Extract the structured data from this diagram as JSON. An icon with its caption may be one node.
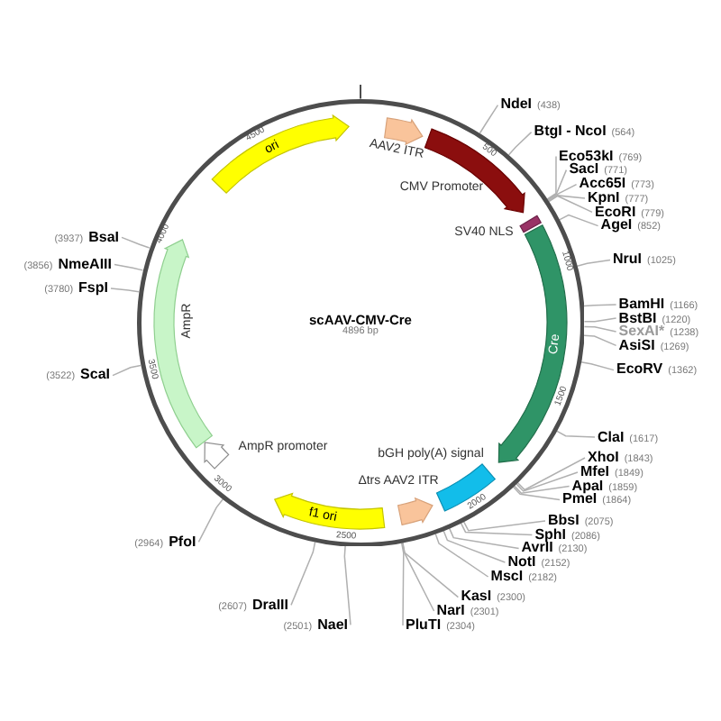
{
  "diagram": {
    "nodes": [
      {
        "text": [
          "scAAV-CMV-Cre",
          "4896 bp"
        ]
      },
      {
        "text": [
          "AAV2 ITR"
        ],
        "in": 0
      },
      {
        "text": [
          "CMV Promoter"
        ],
        "in": 0
      },
      {
        "text": [
          "SV40 NLS"
        ],
        "in": 0
      },
      {
        "text": [
          "Cre"
        ],
        "in": 0
      },
      {
        "text": [
          "bGH poly(A) signal"
        ],
        "in": 0
      },
      {
        "text": [
          "Δtrs AAV2 ITR"
        ],
        "in": 0
      },
      {
        "text": [
          "f1 ori"
        ],
        "in": 0
      },
      {
        "text": [
          "AmpR promoter"
        ],
        "in": 0
      },
      {
        "text": [
          "AmpR"
        ],
        "in": 0
      },
      {
        "text": [
          "ori"
        ],
        "in": 0
      },
      {
        "text": [
          "NdeI",
          "(438)"
        ]
      },
      {
        "text": [
          "BtgI - NcoI",
          "(564)"
        ]
      },
      {
        "text": [
          "Eco53kI",
          "(769)"
        ]
      },
      {
        "text": [
          "SacI",
          "(771)"
        ]
      },
      {
        "text": [
          "Acc65I",
          "(773)"
        ]
      },
      {
        "text": [
          "KpnI",
          "(777)"
        ]
      },
      {
        "text": [
          "EcoRI",
          "(779)"
        ]
      },
      {
        "text": [
          "AgeI",
          "(852)"
        ]
      },
      {
        "text": [
          "NruI",
          "(1025)"
        ]
      },
      {
        "text": [
          "BamHI",
          "(1166)"
        ]
      },
      {
        "text": [
          "BstBI",
          "(1220)"
        ]
      },
      {
        "text": [
          "SexAI*",
          "(1238)"
        ]
      },
      {
        "text": [
          "AsiSI",
          "(1269)"
        ]
      },
      {
        "text": [
          "EcoRV",
          "(1362)"
        ]
      },
      {
        "text": [
          "ClaI",
          "(1617)"
        ]
      },
      {
        "text": [
          "XhoI",
          "(1843)"
        ]
      },
      {
        "text": [
          "MfeI",
          "(1849)"
        ]
      },
      {
        "text": [
          "ApaI",
          "(1859)"
        ]
      },
      {
        "text": [
          "PmeI",
          "(1864)"
        ]
      },
      {
        "text": [
          "BbsI",
          "(2075)"
        ]
      },
      {
        "text": [
          "SphI",
          "(2086)"
        ]
      },
      {
        "text": [
          "AvrII",
          "(2130)"
        ]
      },
      {
        "text": [
          "NotI",
          "(2152)"
        ]
      },
      {
        "text": [
          "MscI",
          "(2182)"
        ]
      },
      {
        "text": [
          "KasI",
          "(2300)"
        ]
      },
      {
        "text": [
          "NarI",
          "(2301)"
        ]
      },
      {
        "text": [
          "PluTI",
          "(2304)"
        ]
      },
      {
        "text": [
          "(2501)",
          "NaeI"
        ]
      },
      {
        "text": [
          "(2607)",
          "DraIII"
        ]
      },
      {
        "text": [
          "(2964)",
          "PfoI"
        ]
      },
      {
        "text": [
          "(3522)",
          "ScaI"
        ]
      },
      {
        "text": [
          "(3780)",
          "FspI"
        ]
      },
      {
        "text": [
          "(3856)",
          "NmeAIII"
        ]
      },
      {
        "text": [
          "(3937)",
          "BsaI"
        ]
      }
    ],
    "edges": [
      {
        "from": 11,
        "to": 0,
        "arrow": "none"
      },
      {
        "from": 12,
        "to": 0,
        "arrow": "none"
      },
      {
        "from": 13,
        "to": 0,
        "arrow": "none"
      },
      {
        "from": 14,
        "to": 0,
        "arrow": "none"
      },
      {
        "from": 15,
        "to": 0,
        "arrow": "none"
      },
      {
        "from": 16,
        "to": 0,
        "arrow": "none"
      },
      {
        "from": 17,
        "to": 0,
        "arrow": "none"
      },
      {
        "from": 18,
        "to": 0,
        "arrow": "none"
      },
      {
        "from": 19,
        "to": 0,
        "arrow": "none"
      },
      {
        "from": 20,
        "to": 0,
        "arrow": "none"
      },
      {
        "from": 21,
        "to": 0,
        "arrow": "none"
      },
      {
        "from": 22,
        "to": 0,
        "arrow": "none"
      },
      {
        "from": 23,
        "to": 0,
        "arrow": "none"
      },
      {
        "from": 24,
        "to": 0,
        "arrow": "none"
      },
      {
        "from": 25,
        "to": 0,
        "arrow": "none"
      },
      {
        "from": 26,
        "to": 0,
        "arrow": "none"
      },
      {
        "from": 27,
        "to": 0,
        "arrow": "none"
      },
      {
        "from": 28,
        "to": 0,
        "arrow": "none"
      },
      {
        "from": 29,
        "to": 0,
        "arrow": "none"
      },
      {
        "from": 30,
        "to": 0,
        "arrow": "none"
      },
      {
        "from": 31,
        "to": 0,
        "arrow": "none"
      },
      {
        "from": 32,
        "to": 0,
        "arrow": "none"
      },
      {
        "from": 33,
        "to": 0,
        "arrow": "none"
      },
      {
        "from": 34,
        "to": 0,
        "arrow": "none"
      },
      {
        "from": 35,
        "to": 0,
        "arrow": "none"
      },
      {
        "from": 36,
        "to": 0,
        "arrow": "none"
      },
      {
        "from": 37,
        "to": 0,
        "arrow": "none"
      },
      {
        "from": 38,
        "to": 0,
        "arrow": "none"
      },
      {
        "from": 39,
        "to": 0,
        "arrow": "none"
      },
      {
        "from": 40,
        "to": 0,
        "arrow": "none"
      },
      {
        "from": 41,
        "to": 0,
        "arrow": "none"
      },
      {
        "from": 42,
        "to": 0,
        "arrow": "none"
      },
      {
        "from": 43,
        "to": 0,
        "arrow": "none"
      },
      {
        "from": 44,
        "to": 0,
        "arrow": "none"
      }
    ],
    "labels": [
      "500",
      "1000",
      "1500",
      "2000",
      "2500",
      "3000",
      "3500",
      "4000",
      "4500"
    ]
  }
}
